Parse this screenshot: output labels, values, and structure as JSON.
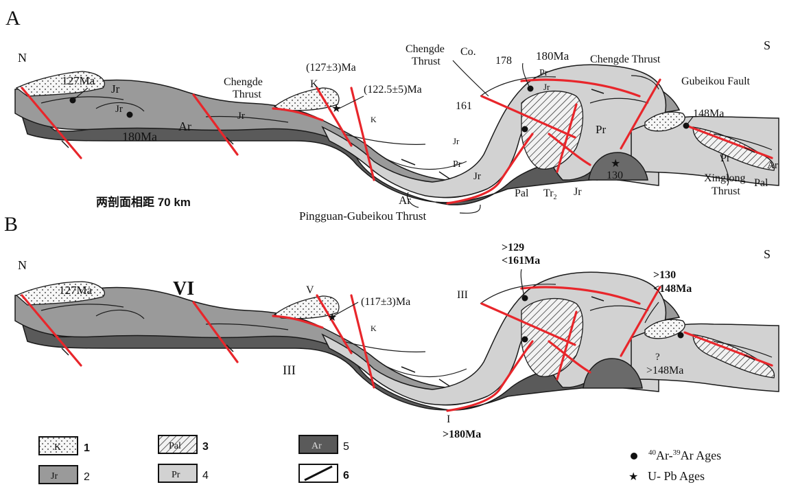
{
  "panel_a": {
    "letter": "A",
    "north": "N",
    "south": "S",
    "labels": {
      "age_127": "127Ma",
      "jr_1": "Jr",
      "jr_2": "Jr",
      "age_180": "180Ma",
      "ar_1": "Ar",
      "jr_3": "Jr",
      "chengde_thrust_1": "Chengde",
      "chengde_thrust_1b": "Thrust",
      "k_1": "K",
      "age_127_3": "(127±3)Ma",
      "age_122_5": "(122.5±5)Ma",
      "k_2": "K",
      "chengde_thrust_2": "Chengde",
      "chengde_thrust_2b": "Thrust",
      "co": "Co.",
      "num_178": "178",
      "age_180b": "180Ma",
      "num_161": "161",
      "chengde_thrust_3": "Chengde Thrust",
      "pr_1": "Pr",
      "jr_4": "Jr",
      "gubeikou_fault": "Gubeikou Fault",
      "age_148": "148Ma",
      "pr_2": "Pr",
      "pr_3": "Pr",
      "jr_5": "Jr",
      "pr_4": "Pr",
      "jr_6": "Jr",
      "ar_2": "Ar",
      "pal_1": "Pal",
      "tr_2": "Tr",
      "tr_2_sub": "2",
      "jr_7": "Jr",
      "num_130": "130",
      "xinglong_1": "Xinglong",
      "xinglong_2": "Thrust",
      "ar_3": "Ar",
      "pal_2": "Pal",
      "pingguan": "Pingguan-Gubeikou Thrust",
      "distance_note": "两剖面相距 70 km"
    }
  },
  "panel_b": {
    "letter": "B",
    "north": "N",
    "south": "S",
    "labels": {
      "age_127": "127Ma",
      "vi": "VI",
      "v": "V",
      "age_117": "(117±3)Ma",
      "k": "K",
      "iii_left": "III",
      "iii_mid": "III",
      "age_129": ">129",
      "age_161": "<161Ma",
      "age_130": ">130",
      "age_148": "<148Ma",
      "question": "?",
      "age_148b": ">148Ma",
      "i": "I",
      "age_180": ">180Ma"
    }
  },
  "legend": {
    "items": [
      {
        "code": "K",
        "num": "1"
      },
      {
        "code": "Jr",
        "num": "2"
      },
      {
        "code": "Pal",
        "num": "3"
      },
      {
        "code": "Pr",
        "num": "4"
      },
      {
        "code": "Ar",
        "num": "5"
      },
      {
        "code": "",
        "num": "6"
      }
    ],
    "ar_ar_sup1": "40",
    "ar_ar_mid": "Ar-",
    "ar_ar_sup2": "39",
    "ar_ar_text": "Ar Ages",
    "upb_text": "U- Pb Ages"
  },
  "colors": {
    "fault": "#e8262b",
    "ar": "#5a5a5a",
    "jr": "#9a9a9a",
    "pr": "#d2d2d2",
    "k": "#f4f4f4",
    "line": "#1a1a1a"
  }
}
